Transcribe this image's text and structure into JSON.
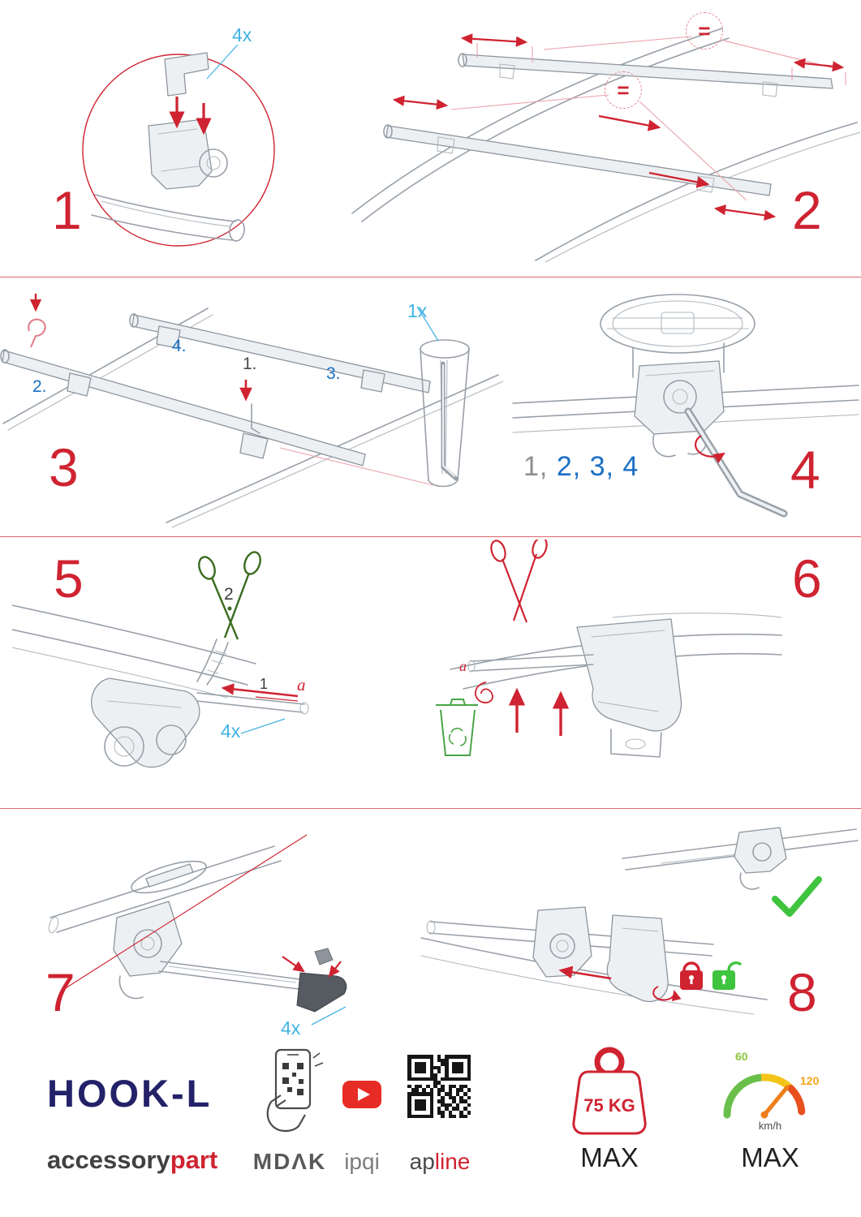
{
  "steps": {
    "step1": {
      "number": "1",
      "qty": "4x"
    },
    "step2": {
      "number": "2",
      "equal1": "=",
      "equal2": "="
    },
    "step3": {
      "number": "3",
      "qty": "1x",
      "sub1": "1.",
      "sub2": "2.",
      "sub3": "3.",
      "sub4": "4."
    },
    "step4": {
      "number": "4",
      "seq_first": "1,",
      "seq_rest": "2, 3, 4"
    },
    "step5": {
      "number": "5",
      "label2": "2",
      "label1": "1",
      "label_a": "a",
      "qty": "4x"
    },
    "step6": {
      "number": "6",
      "label_a": "a"
    },
    "step7": {
      "number": "7",
      "qty": "4x"
    },
    "step8": {
      "number": "8"
    }
  },
  "footer": {
    "product": "HOOK-L",
    "brand_left": "accessory",
    "brand_right": "part",
    "logo_mdak": "MDΛK",
    "logo_ipqi": "ipqi",
    "logo_ap": "ap",
    "logo_line": "line",
    "weight": "75 KG",
    "weight_max": "MAX",
    "speed_low": "60",
    "speed_high": "120",
    "speed_unit": "km/h",
    "speed_max": "MAX"
  },
  "colors": {
    "step_red": "#cf2331",
    "label_blue": "#3fb3e3",
    "seq_blue": "#1a6fc4",
    "seq_gray": "#8e8e8e",
    "navy": "#232269",
    "green": "#3ec43e"
  }
}
